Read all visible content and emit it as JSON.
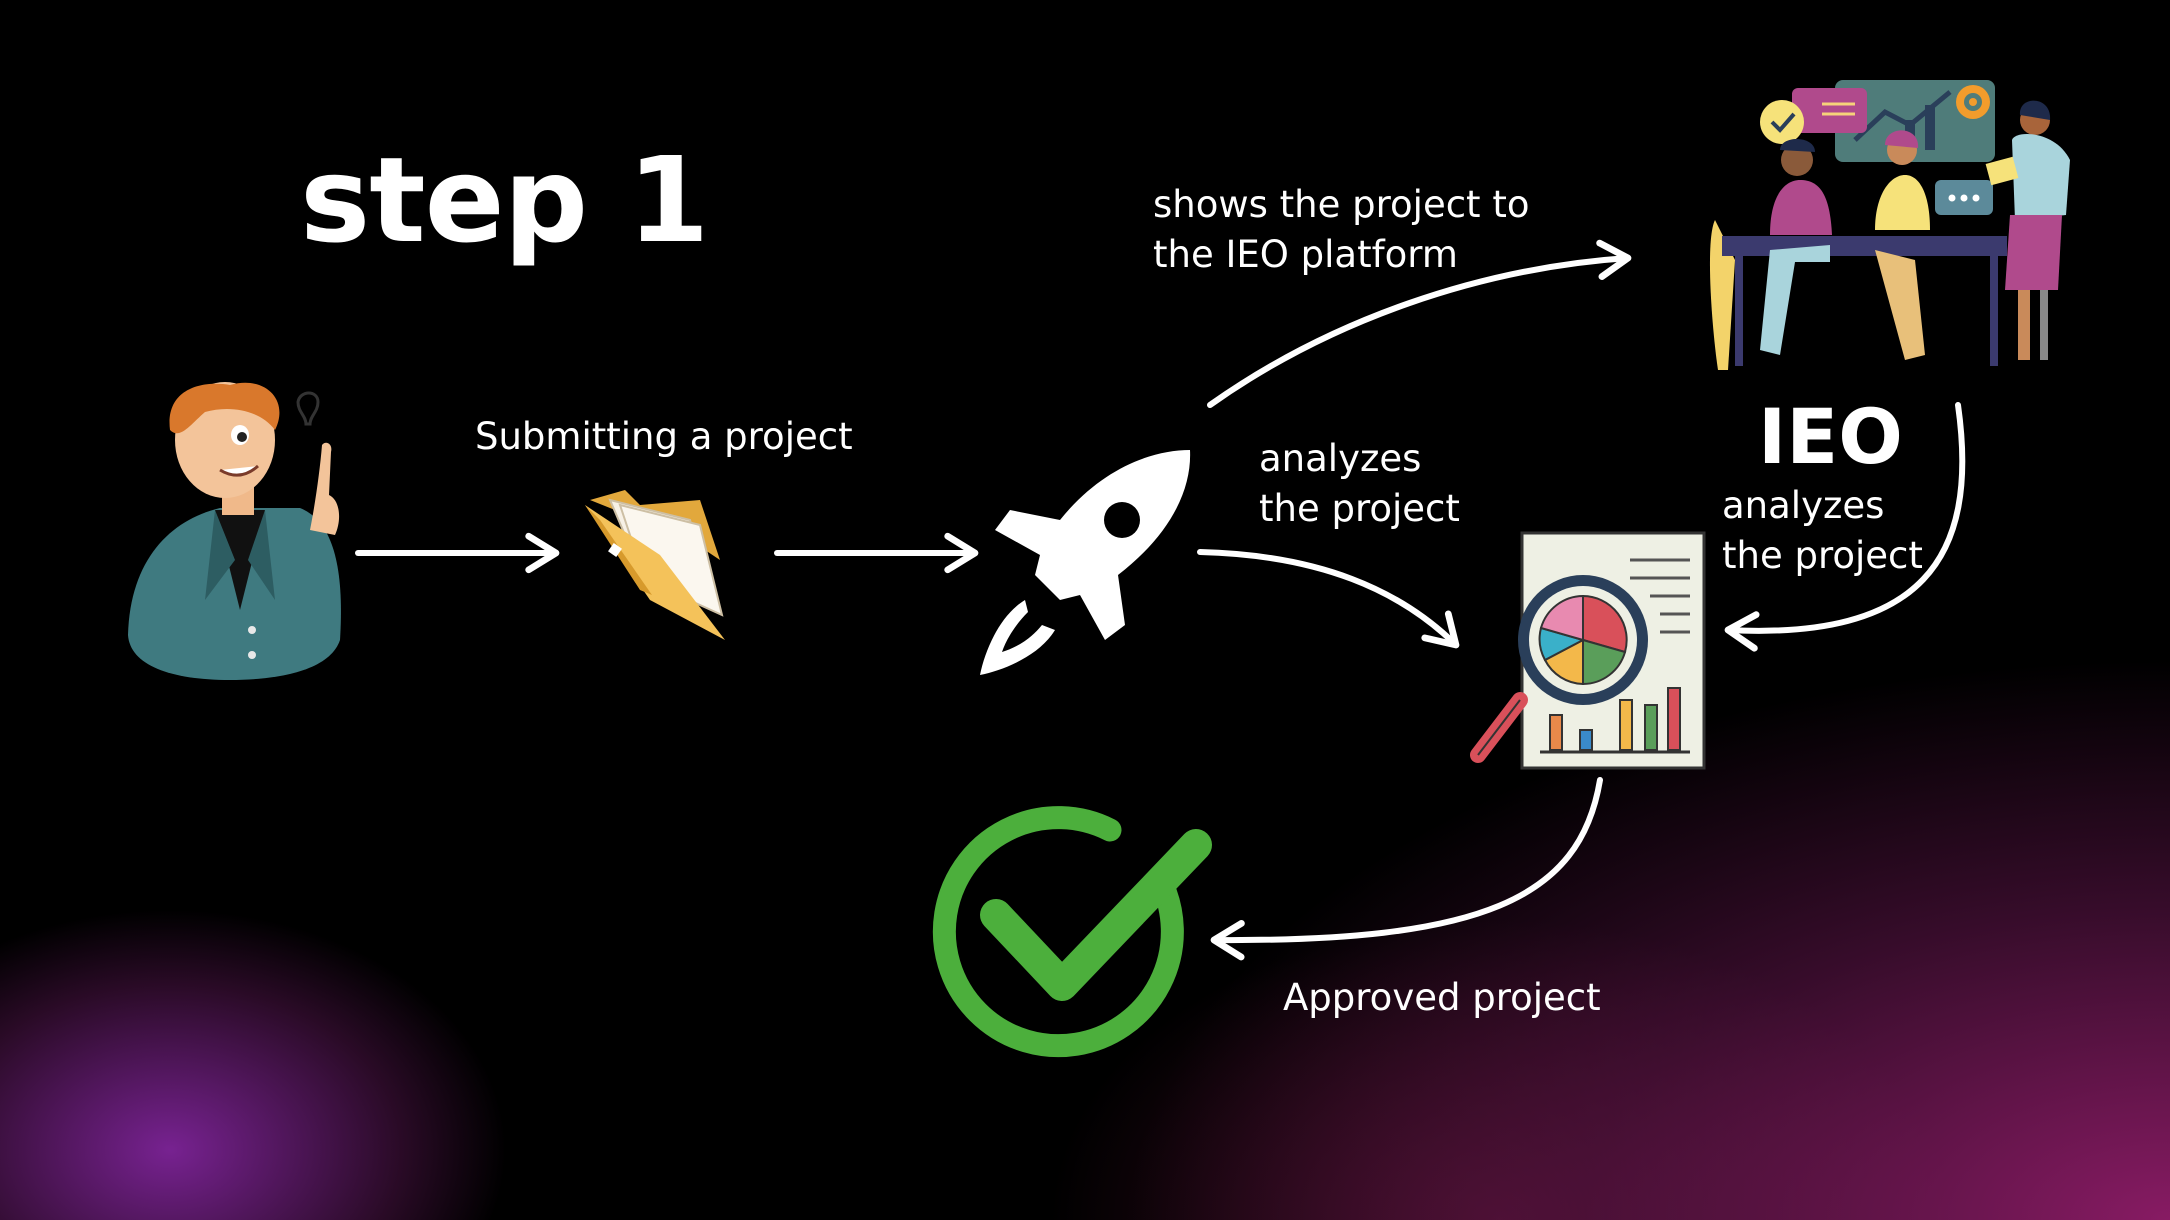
{
  "title": "step 1",
  "labels": {
    "submit": "Submitting a project",
    "shows_line1": "shows the project to",
    "shows_line2": "the IEO platform",
    "analyzes_a_line1": "analyzes",
    "analyzes_a_line2": "the project",
    "ieo": "IEO",
    "analyzes_b_line1": "analyzes",
    "analyzes_b_line2": "the project",
    "approved": "Approved project"
  },
  "colors": {
    "check_green": "#4caf3c",
    "folder_yellow": "#f4c25a",
    "jacket_teal": "#3f7a80",
    "accent_pink": "#b04a8c"
  },
  "icons": [
    "person-idea-icon",
    "folder-icon",
    "rocket-icon",
    "team-meeting-icon",
    "report-magnifier-icon",
    "check-circle-icon"
  ]
}
